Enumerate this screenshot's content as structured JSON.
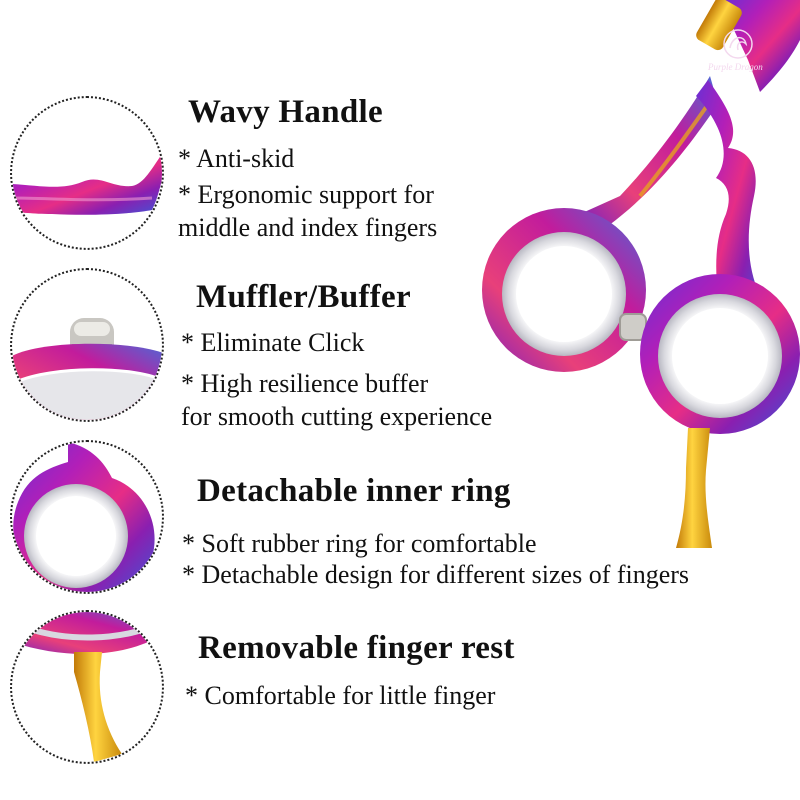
{
  "features": [
    {
      "title": "Wavy Handle",
      "bullets": [
        "* Anti-skid",
        "* Ergonomic support for",
        "middle and index fingers"
      ]
    },
    {
      "title": "Muffler/Buffer",
      "bullets": [
        "* Eliminate Click",
        "* High resilience buffer",
        "for smooth cutting experience"
      ]
    },
    {
      "title": "Detachable inner ring",
      "bullets": [
        "* Soft rubber ring for comfortable",
        "* Detachable design for different sizes of fingers"
      ]
    },
    {
      "title": "Removable finger rest",
      "bullets": [
        "* Comfortable for little finger"
      ]
    }
  ],
  "logo": {
    "text": "Purple Dragon"
  },
  "colors": {
    "purple": "#8a1fb0",
    "magenta": "#e0208a",
    "gold": "#f1b21a",
    "blue": "#5a3cc8"
  }
}
